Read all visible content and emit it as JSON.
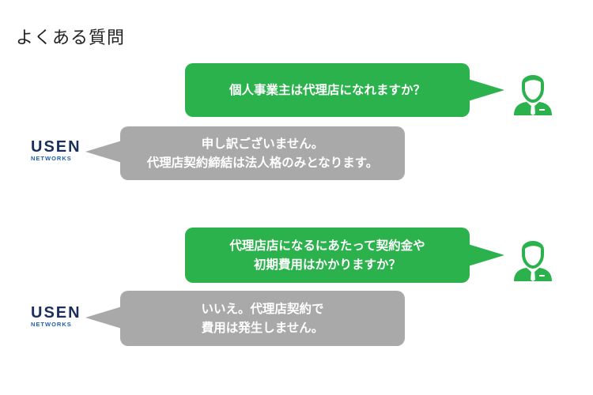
{
  "page": {
    "title": "よくある質問"
  },
  "colors": {
    "question_bubble": "#2bb24c",
    "answer_bubble": "#a9a9a9",
    "avatar": "#2bb24c",
    "logo_main": "#1b2f5e",
    "logo_sub": "#1f5fb0"
  },
  "brand": {
    "name": "USEN",
    "sub": "NETWORKS"
  },
  "faq": [
    {
      "question": "個人事業主は代理店になれますか？",
      "answer": "申し訳ございません。\n代理店契約締結は法人格のみとなります。"
    },
    {
      "question": "代理店店になるにあたって契約金や\n初期費用はかかりますか？",
      "answer": "いいえ。代理店契約で\n費用は発生しません。"
    }
  ],
  "icons": {
    "user": "person-avatar-icon"
  }
}
